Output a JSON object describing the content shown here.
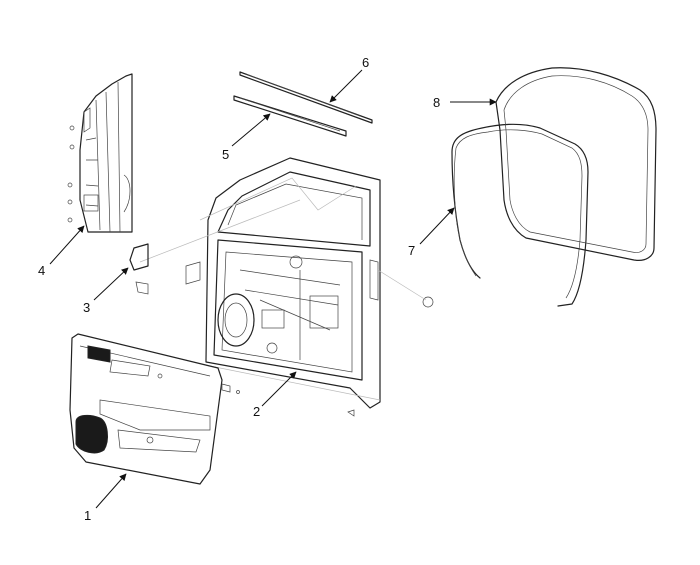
{
  "callouts": [
    {
      "label": "1"
    },
    {
      "label": "2"
    },
    {
      "label": "3"
    },
    {
      "label": "4"
    },
    {
      "label": "5"
    },
    {
      "label": "6"
    },
    {
      "label": "7"
    },
    {
      "label": "8"
    }
  ],
  "colors": {
    "line": "#222222",
    "speaker_fill": "#1a1a1a",
    "background": "#ffffff"
  }
}
